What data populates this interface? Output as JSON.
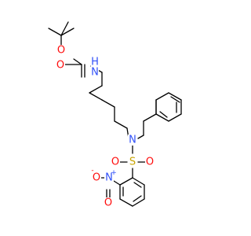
{
  "atoms": {
    "o_carbonyl": "O",
    "o_ester": "O",
    "n_carbamate": "N",
    "h_carbamate": "H",
    "n_sulfonamide": "N",
    "s_sulfonyl": "S",
    "o_sulfonyl_left": "O",
    "o_sulfonyl_right": "O",
    "n_nitro": "N",
    "o_nitro_minus": "O",
    "o_nitro_double": "O"
  },
  "charges": {
    "nitro_n": "+",
    "nitro_o": "-"
  },
  "colors": {
    "bond": "#000000",
    "oxygen": "#ff0d0d",
    "nitrogen": "#3050f8",
    "sulfur": "#c8a400",
    "background": "#ffffff"
  }
}
